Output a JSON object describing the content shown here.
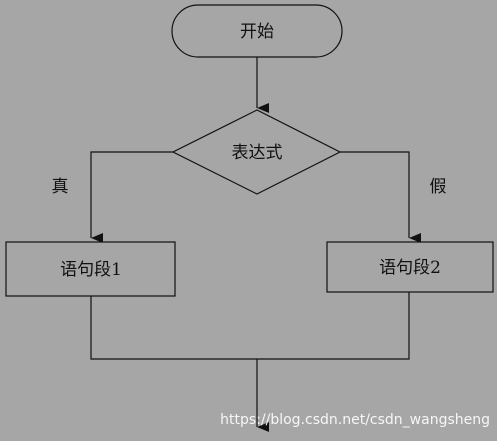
{
  "diagram": {
    "start_label": "开始",
    "decision_label": "表达式",
    "true_label": "真",
    "false_label": "假",
    "block1_label": "语句段1",
    "block2_label": "语句段2"
  },
  "watermark": {
    "text": "https://blog.csdn.net/csdn_wangsheng"
  },
  "colors": {
    "background": "#a6a6a6",
    "stroke": "#111111",
    "fill": "#a6a6a6"
  }
}
